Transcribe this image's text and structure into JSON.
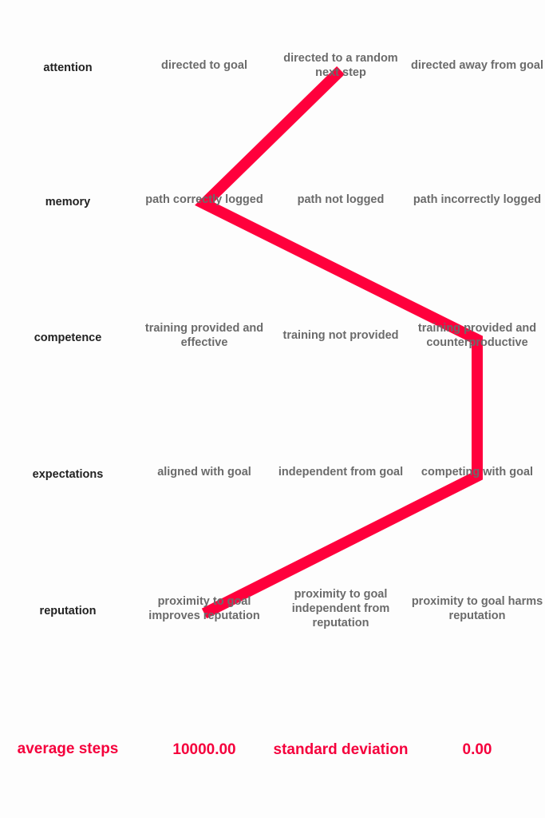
{
  "rows": [
    {
      "label": "attention",
      "options": [
        "directed to goal",
        "directed to a random next step",
        "directed away from goal"
      ]
    },
    {
      "label": "memory",
      "options": [
        "path correctly logged",
        "path not logged",
        "path incorrectly logged"
      ]
    },
    {
      "label": "competence",
      "options": [
        "training provided and effective",
        "training not provided",
        "training provided and counterproductive"
      ]
    },
    {
      "label": "expectations",
      "options": [
        "aligned with goal",
        "independent from goal",
        "competing with goal"
      ]
    },
    {
      "label": "reputation",
      "options": [
        "proximity to goal improves reputation",
        "proximity to goal independent from reputation",
        "proximity to goal harms reputation"
      ]
    }
  ],
  "selected_path": [
    1,
    0,
    2,
    2,
    0
  ],
  "path_color": "#ff003c",
  "stats": {
    "average_label": "average steps",
    "average_value": "10000.00",
    "sd_label": "standard deviation",
    "sd_value": "0.00"
  }
}
